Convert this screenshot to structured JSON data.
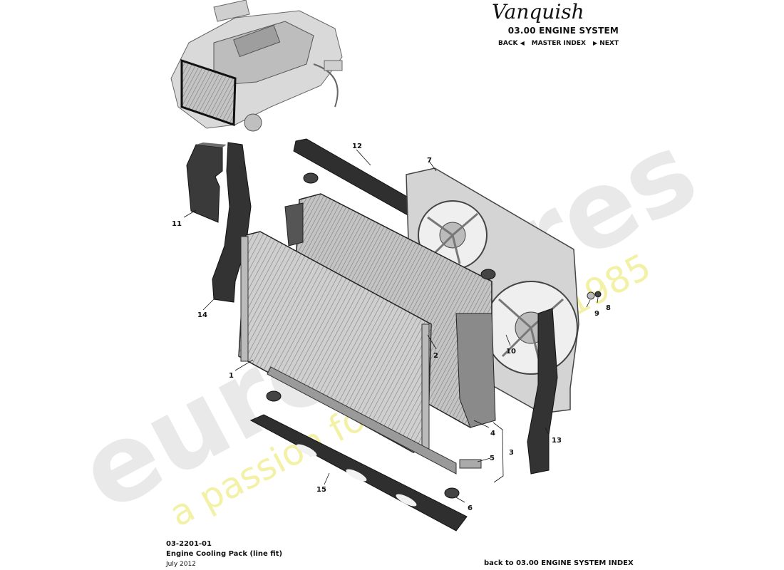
{
  "header": {
    "brand": "Vanquish",
    "section_title": "03.00 ENGINE SYSTEM",
    "nav": {
      "back": "BACK",
      "master_index": "MASTER INDEX",
      "next": "NEXT"
    }
  },
  "watermark": {
    "main": "eurospares",
    "tagline": "a passion for parts since 1985"
  },
  "callouts": [
    "1",
    "2",
    "3",
    "4",
    "5",
    "6",
    "7",
    "8",
    "9",
    "10",
    "11",
    "12",
    "13",
    "14",
    "15"
  ],
  "footer": {
    "code": "03-2201-01",
    "name": "Engine Cooling Pack (line fit)",
    "date": "July 2012",
    "index_link": "back to 03.00 ENGINE SYSTEM INDEX"
  },
  "colors": {
    "part_dark": "#2b2b2b",
    "part_mid": "#8a8a8a",
    "part_light": "#d6d6d6",
    "watermark_gray": "#e8e8e8",
    "watermark_yellow": "#f2f09a"
  }
}
